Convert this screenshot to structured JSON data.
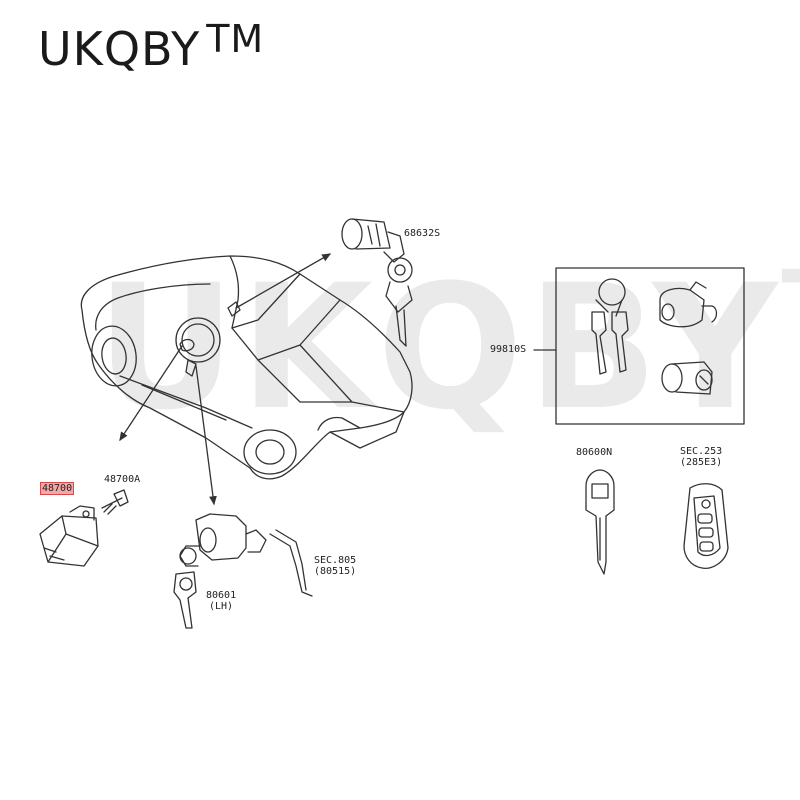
{
  "brand": {
    "name": "UKQBY",
    "tm": "TM"
  },
  "watermark": {
    "name": "UKQBY",
    "tm": "TM"
  },
  "labels": {
    "p48700": "48700",
    "p48700A": "48700A",
    "p68632S": "68632S",
    "p99810S": "99810S",
    "p80600N": "80600N",
    "p80601": "80601",
    "p80601_side": "(LH)",
    "sec805": "SEC.805",
    "sec805_sub": "(80515)",
    "sec253": "SEC.253",
    "sec253_sub": "(285E3)"
  },
  "colors": {
    "line": "#333333",
    "highlight": "#f5a7a7",
    "highlight_border": "#d84a4a"
  }
}
